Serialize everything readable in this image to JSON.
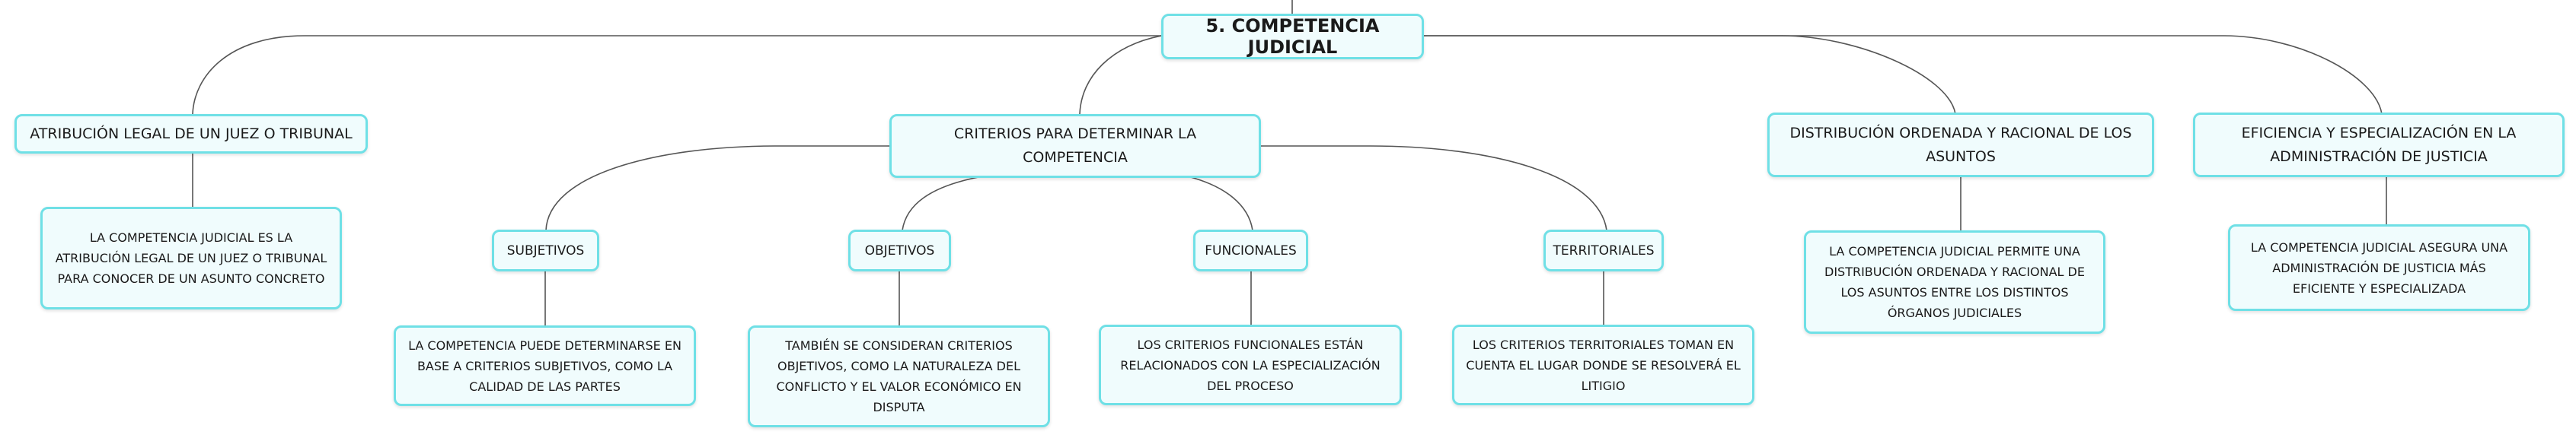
{
  "root": {
    "label": "5. COMPETENCIA JUDICIAL"
  },
  "branches": {
    "atribucion": {
      "label": "ATRIBUCIÓN LEGAL DE UN JUEZ O TRIBUNAL",
      "detail": "LA COMPETENCIA JUDICIAL ES LA ATRIBUCIÓN LEGAL DE UN JUEZ O TRIBUNAL PARA CONOCER DE UN ASUNTO CONCRETO"
    },
    "criterios": {
      "label": "CRITERIOS PARA DETERMINAR LA COMPETENCIA",
      "subjetivos": {
        "label": "SUBJETIVOS",
        "detail": "LA COMPETENCIA PUEDE DETERMINARSE EN BASE A CRITERIOS SUBJETIVOS, COMO LA CALIDAD DE LAS PARTES"
      },
      "objetivos": {
        "label": "OBJETIVOS",
        "detail": "TAMBIÉN SE CONSIDERAN CRITERIOS OBJETIVOS, COMO LA NATURALEZA DEL CONFLICTO Y EL VALOR ECONÓMICO EN DISPUTA"
      },
      "funcionales": {
        "label": "FUNCIONALES",
        "detail": "LOS CRITERIOS FUNCIONALES ESTÁN RELACIONADOS CON LA ESPECIALIZACIÓN DEL PROCESO"
      },
      "territoriales": {
        "label": "TERRITORIALES",
        "detail": "LOS CRITERIOS TERRITORIALES TOMAN EN CUENTA EL LUGAR DONDE SE RESOLVERÁ EL LITIGIO"
      }
    },
    "distribucion": {
      "label": "DISTRIBUCIÓN ORDENADA Y RACIONAL DE LOS ASUNTOS",
      "detail": "LA COMPETENCIA JUDICIAL PERMITE UNA DISTRIBUCIÓN ORDENADA Y RACIONAL DE LOS ASUNTOS ENTRE LOS DISTINTOS ÓRGANOS JUDICIALES"
    },
    "eficiencia": {
      "label": "EFICIENCIA Y ESPECIALIZACIÓN EN LA ADMINISTRACIÓN DE JUSTICIA",
      "detail": "LA COMPETENCIA JUDICIAL ASEGURA UNA ADMINISTRACIÓN DE JUSTICIA MÁS EFICIENTE Y ESPECIALIZADA"
    }
  }
}
